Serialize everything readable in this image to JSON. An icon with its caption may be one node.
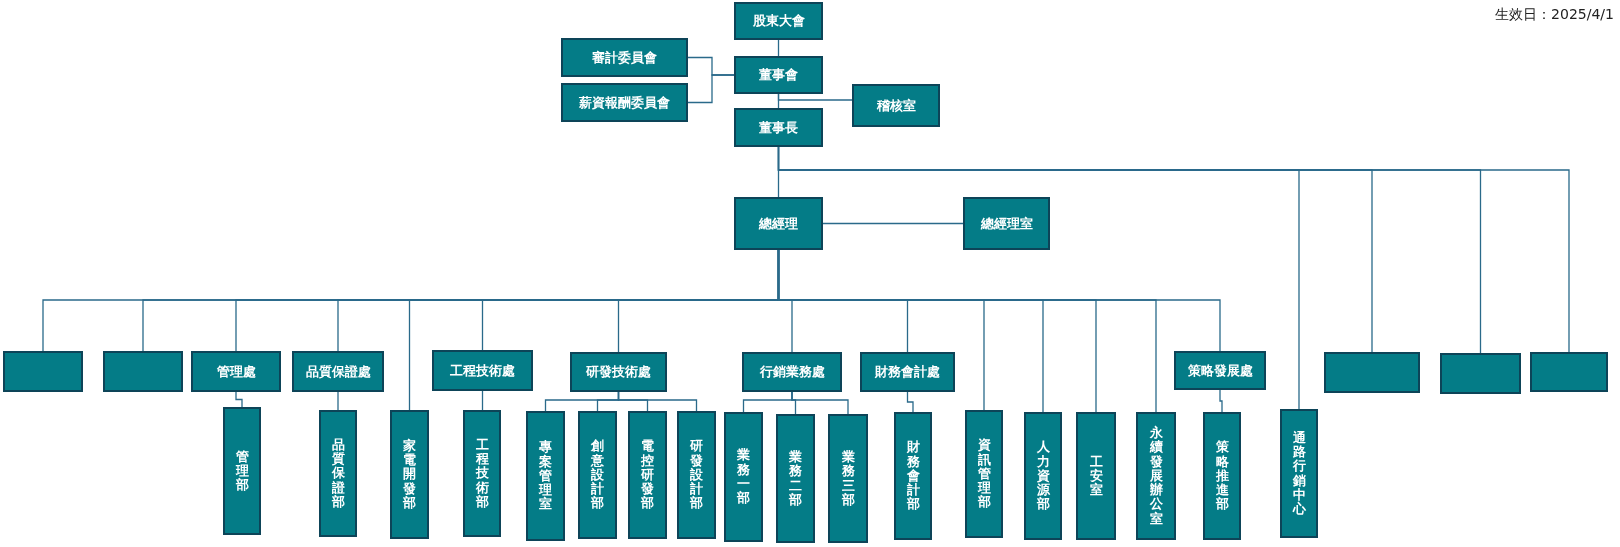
{
  "diagram": {
    "nodes": [
      {
        "text": [
          "股東大會"
        ]
      },
      {
        "text": [
          "審計委員會"
        ]
      },
      {
        "text": [
          "薪資報酬委員會"
        ]
      },
      {
        "text": [
          "董事會"
        ]
      },
      {
        "text": [
          "稽核室"
        ]
      },
      {
        "text": [
          "董事長"
        ]
      },
      {
        "text": [
          "總經理"
        ]
      },
      {
        "text": [
          "總經理室"
        ]
      },
      {
        "text": [],
        "shape": "box"
      },
      {
        "text": [],
        "shape": "box"
      },
      {
        "text": [
          "管理處"
        ]
      },
      {
        "text": [
          "管理部"
        ]
      },
      {
        "text": [
          "品質保證處"
        ]
      },
      {
        "text": [
          "品質保證部"
        ]
      },
      {
        "text": [
          "家電開發部"
        ]
      },
      {
        "text": [
          "工程技術處"
        ]
      },
      {
        "text": [
          "工程技術部"
        ]
      },
      {
        "text": [
          "研發技術處"
        ]
      },
      {
        "text": [
          "專案管理室"
        ]
      },
      {
        "text": [
          "創意設計部"
        ]
      },
      {
        "text": [
          "電控研發部"
        ]
      },
      {
        "text": [
          "研發設計部"
        ]
      },
      {
        "text": [
          "行銷業務處"
        ]
      },
      {
        "text": [
          "業務一部"
        ]
      },
      {
        "text": [
          "業務二部"
        ]
      },
      {
        "text": [
          "業務三部"
        ]
      },
      {
        "text": [
          "財務會計處"
        ]
      },
      {
        "text": [
          "財務會計部"
        ]
      },
      {
        "text": [
          "資訊管理部"
        ]
      },
      {
        "text": [
          "人力資源部"
        ]
      },
      {
        "text": [
          "工安室"
        ]
      },
      {
        "text": [
          "永續發展辦公室"
        ]
      },
      {
        "text": [
          "策略發展處"
        ]
      },
      {
        "text": [
          "策略推進部"
        ]
      },
      {
        "text": [
          "通路行銷中心"
        ]
      },
      {
        "text": [],
        "shape": "box"
      },
      {
        "text": [],
        "shape": "box"
      },
      {
        "text": [],
        "shape": "box"
      }
    ],
    "edges": [
      {
        "from": 0,
        "to": 3,
        "arrow": "none"
      },
      {
        "from": 1,
        "to": 3,
        "arrow": "none"
      },
      {
        "from": 2,
        "to": 3,
        "arrow": "none"
      },
      {
        "from": 3,
        "to": 4,
        "arrow": "none"
      },
      {
        "from": 3,
        "to": 5,
        "arrow": "none"
      },
      {
        "from": 5,
        "to": 6,
        "arrow": "none"
      },
      {
        "from": 5,
        "to": 34,
        "arrow": "none"
      },
      {
        "from": 5,
        "to": 35,
        "arrow": "none"
      },
      {
        "from": 5,
        "to": 36,
        "arrow": "none"
      },
      {
        "from": 5,
        "to": 37,
        "arrow": "none"
      },
      {
        "from": 6,
        "to": 7,
        "arrow": "none"
      },
      {
        "from": 6,
        "to": 8,
        "arrow": "none"
      },
      {
        "from": 6,
        "to": 9,
        "arrow": "none"
      },
      {
        "from": 6,
        "to": 10,
        "arrow": "none"
      },
      {
        "from": 6,
        "to": 12,
        "arrow": "none"
      },
      {
        "from": 6,
        "to": 14,
        "arrow": "none"
      },
      {
        "from": 6,
        "to": 15,
        "arrow": "none"
      },
      {
        "from": 6,
        "to": 17,
        "arrow": "none"
      },
      {
        "from": 6,
        "to": 22,
        "arrow": "none"
      },
      {
        "from": 6,
        "to": 26,
        "arrow": "none"
      },
      {
        "from": 6,
        "to": 28,
        "arrow": "none"
      },
      {
        "from": 6,
        "to": 29,
        "arrow": "none"
      },
      {
        "from": 6,
        "to": 30,
        "arrow": "none"
      },
      {
        "from": 6,
        "to": 31,
        "arrow": "none"
      },
      {
        "from": 6,
        "to": 32,
        "arrow": "none"
      },
      {
        "from": 10,
        "to": 11,
        "arrow": "none"
      },
      {
        "from": 12,
        "to": 13,
        "arrow": "none"
      },
      {
        "from": 15,
        "to": 16,
        "arrow": "none"
      },
      {
        "from": 17,
        "to": 18,
        "arrow": "none"
      },
      {
        "from": 17,
        "to": 19,
        "arrow": "none"
      },
      {
        "from": 17,
        "to": 20,
        "arrow": "none"
      },
      {
        "from": 17,
        "to": 21,
        "arrow": "none"
      },
      {
        "from": 22,
        "to": 23,
        "arrow": "none"
      },
      {
        "from": 22,
        "to": 24,
        "arrow": "none"
      },
      {
        "from": 22,
        "to": 25,
        "arrow": "none"
      },
      {
        "from": 26,
        "to": 27,
        "arrow": "none"
      },
      {
        "from": 32,
        "to": 33,
        "arrow": "none"
      }
    ],
    "labels": [
      "生效日：2025/4/1"
    ]
  }
}
